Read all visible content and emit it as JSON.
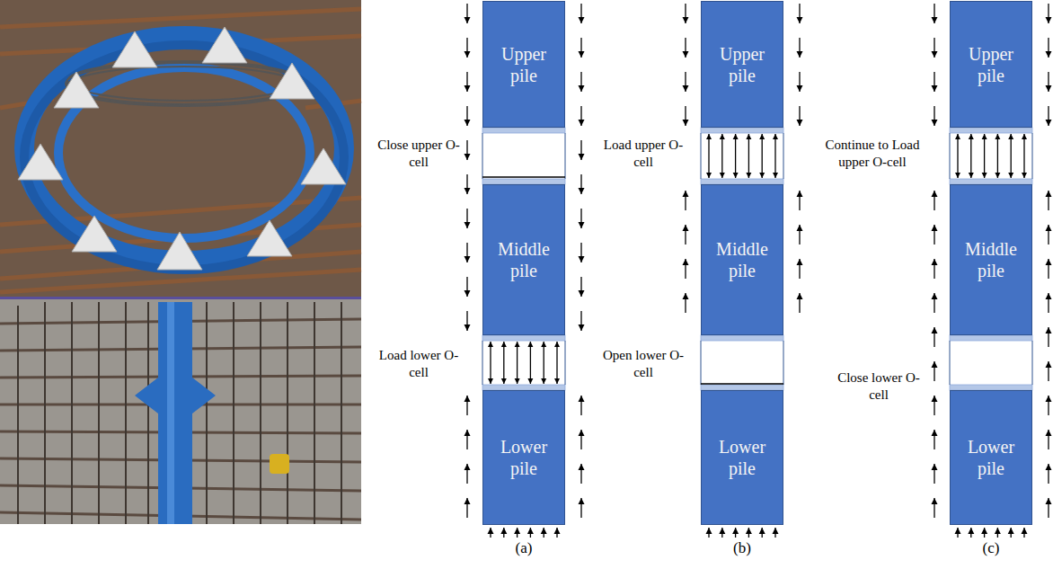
{
  "diagram": {
    "nodes": [
      {
        "text": [
          "Upper pile"
        ]
      },
      {
        "text": [
          "Middle pile"
        ]
      },
      {
        "text": [
          "Lower pile"
        ]
      },
      {
        "text": [
          "Upper pile"
        ]
      },
      {
        "text": [
          "Middle pile"
        ]
      },
      {
        "text": [
          "Lower pile"
        ]
      },
      {
        "text": [
          "Upper pile"
        ]
      },
      {
        "text": [
          "Middle pile"
        ]
      },
      {
        "text": [
          "Lower pile"
        ]
      }
    ],
    "edges": [],
    "labels": [
      "Close upper O-cell",
      "Load lower O-cell",
      "Load upper O-cell",
      "Open lower O-cell",
      "Continue to Load upper O-cell",
      "Close lower O-cell",
      "(a)",
      "(b)",
      "(c)"
    ]
  }
}
